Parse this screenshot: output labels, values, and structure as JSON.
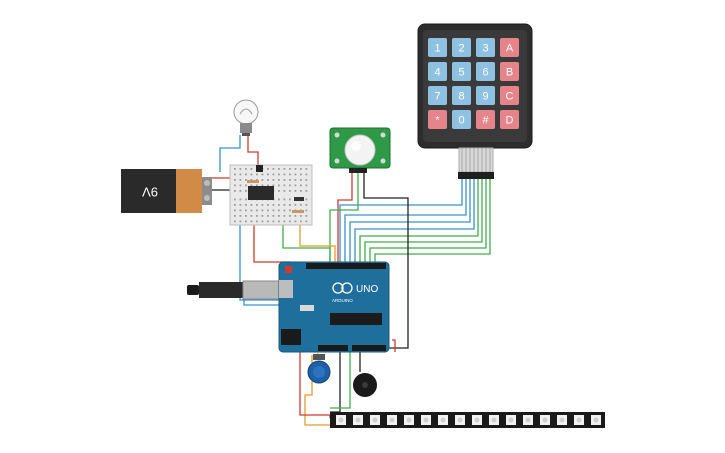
{
  "battery": {
    "label": "9V"
  },
  "keypad": {
    "keys": [
      [
        "1",
        "2",
        "3",
        "A"
      ],
      [
        "4",
        "5",
        "6",
        "B"
      ],
      [
        "7",
        "8",
        "9",
        "C"
      ],
      [
        "*",
        "0",
        "#",
        "D"
      ]
    ]
  },
  "arduino": {
    "model_label": "UNO",
    "brand_label": "ARDUINO"
  },
  "colors": {
    "key_numeric": "#8fc1e3",
    "key_letter": "#e5848a",
    "board": "#1f6f9c",
    "keypad_body": "#2d2d2d",
    "battery_body": "#2a2a2a",
    "battery_copper": "#d18b47"
  }
}
